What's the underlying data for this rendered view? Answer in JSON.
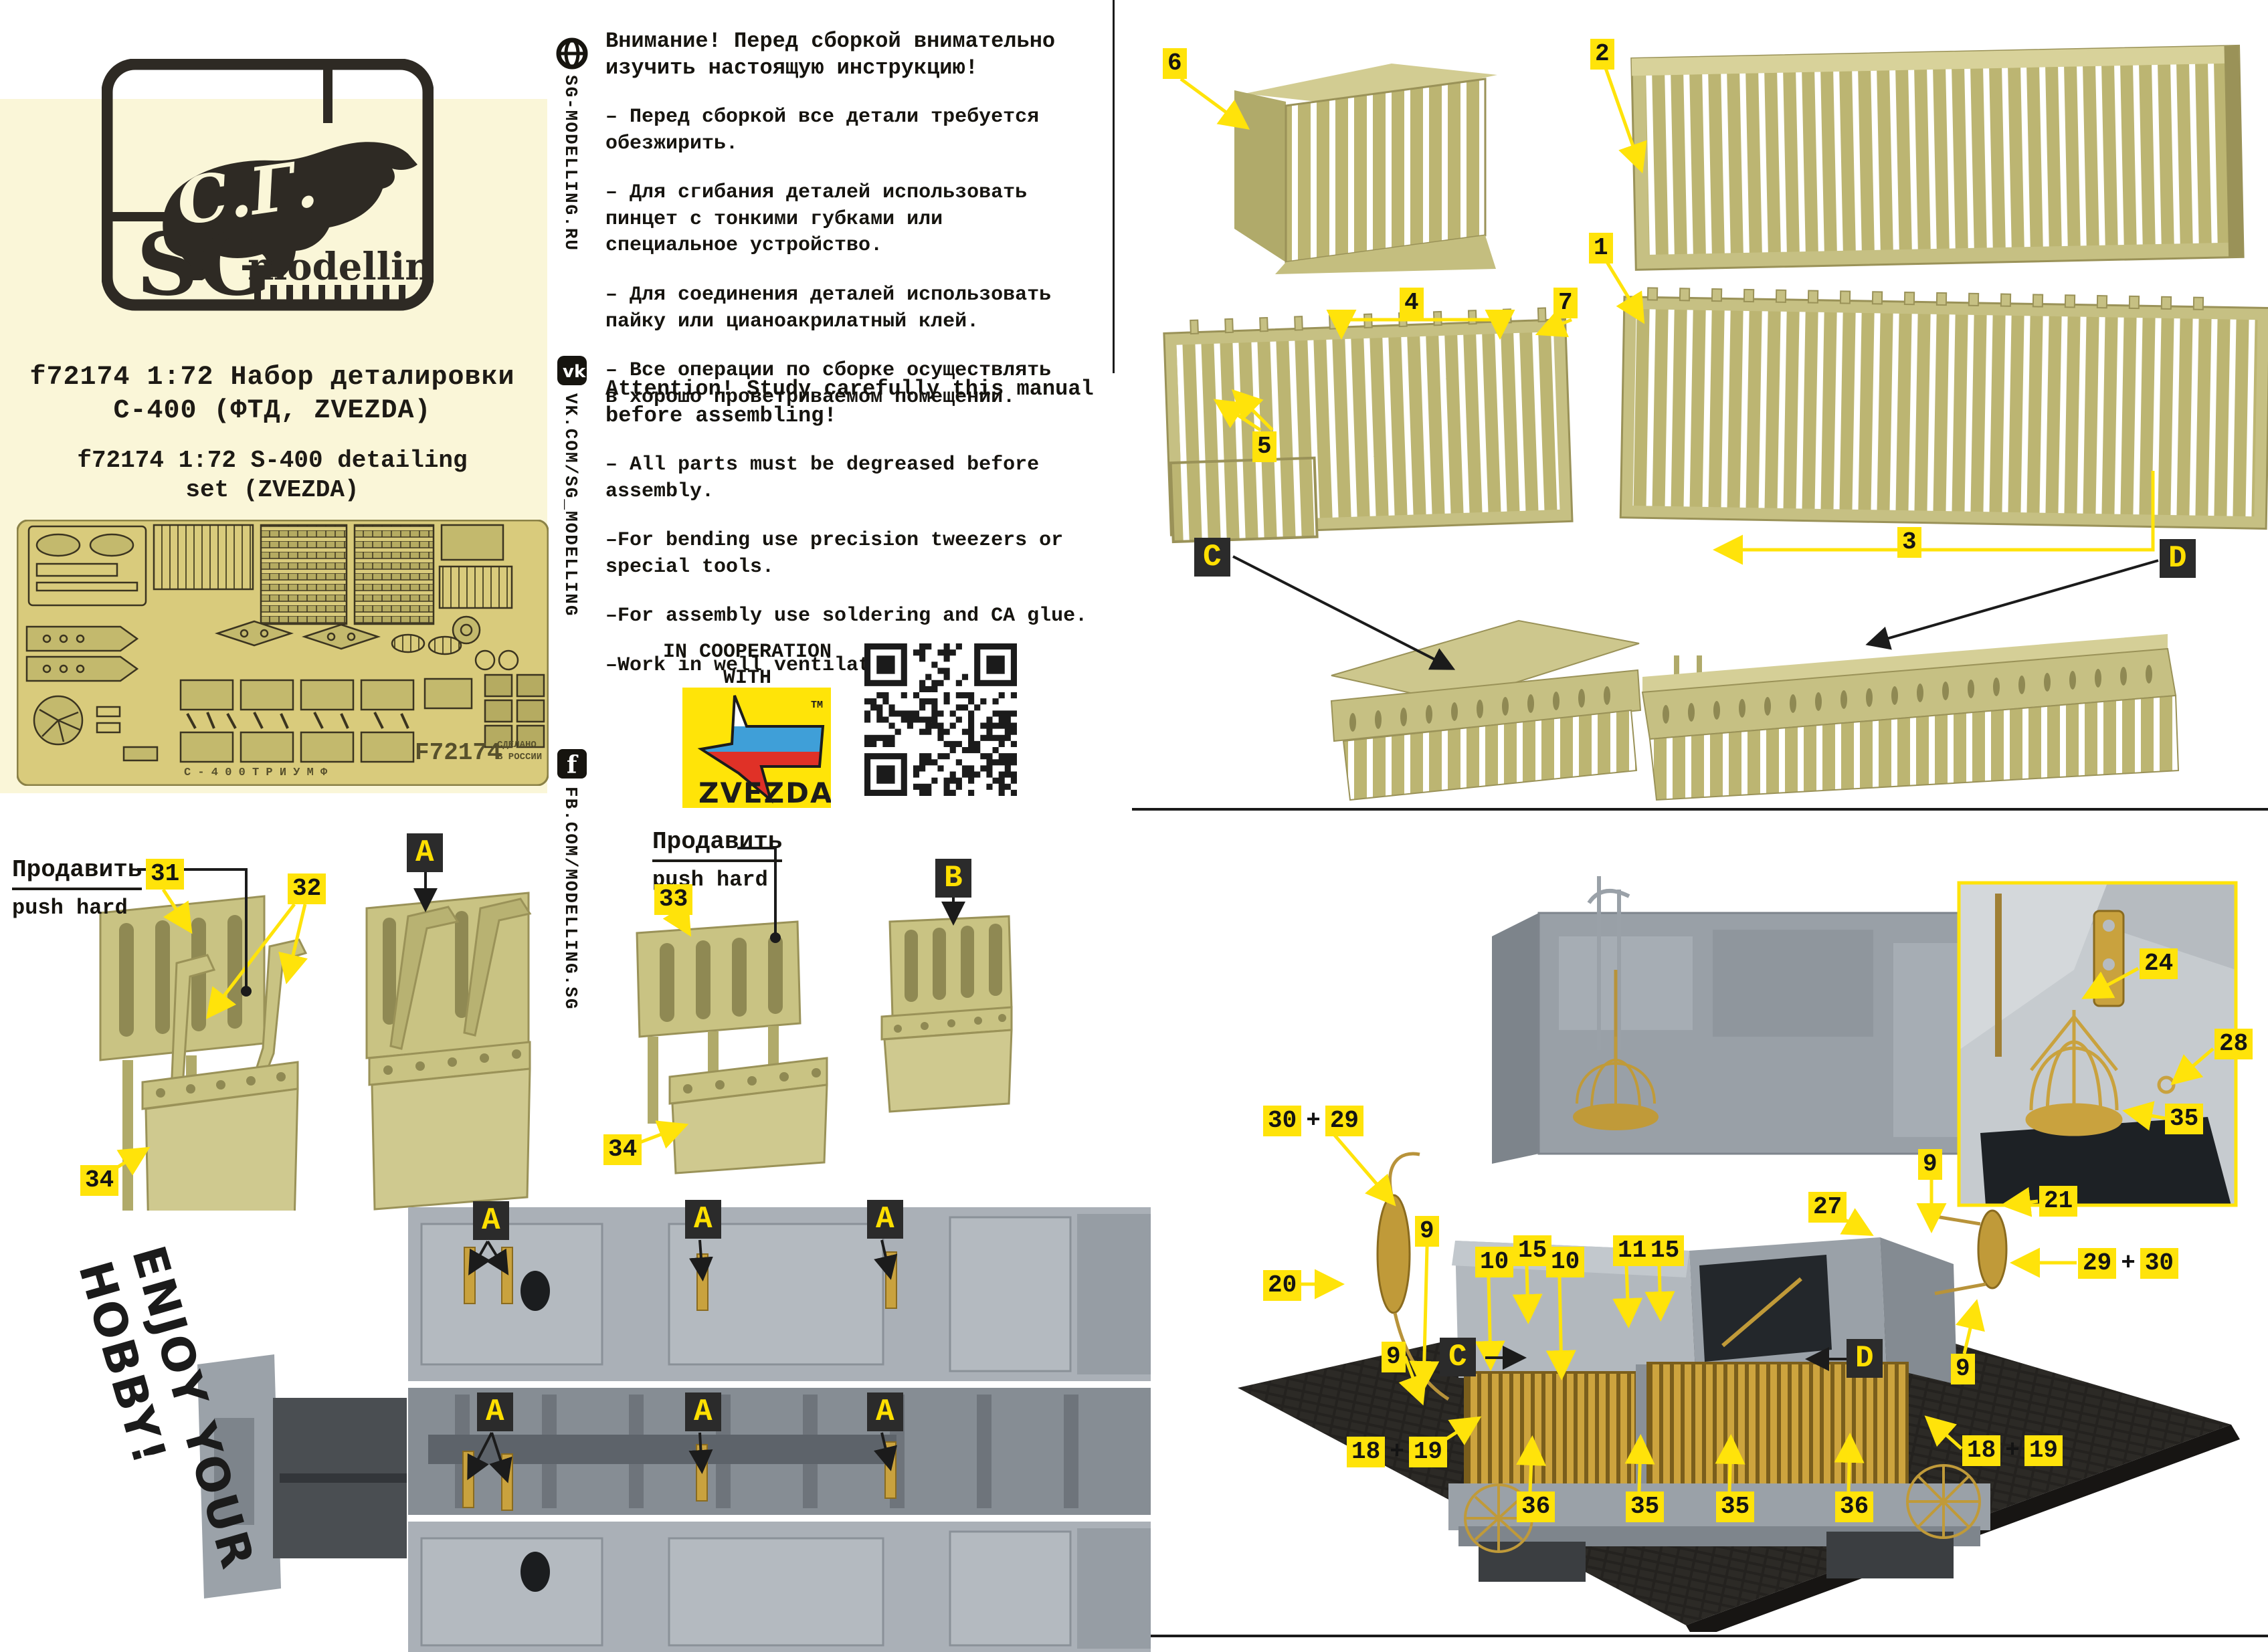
{
  "left_panel": {
    "title_ru": [
      "f72174 1:72 Набор деталировки",
      "С-400 (ФТД, ZVEZDA)"
    ],
    "title_en": [
      "f72174 1:72 S-400 detailing",
      "set (ZVEZDA)"
    ]
  },
  "logo": {
    "initials": "С.Г.",
    "sg": "SG",
    "modelling": "modelling"
  },
  "fret": {
    "code": "F72174",
    "made": [
      "СДЕЛАНО",
      "В РОССИИ"
    ],
    "strip": "С - 4 0 0   Т Р И У М Ф"
  },
  "sidebar": {
    "site": "SG-MODELLING.RU",
    "vk": "VK.COM/SG_MODELLING",
    "fb": "FB.COM/MODELLING.SG",
    "vk_glyph": "vk",
    "fb_glyph": "f"
  },
  "instructions_ru": {
    "heading": [
      "Внимание! Перед сборкой внимательно",
      "изучить настоящую инструкцию!"
    ],
    "items": [
      [
        "– Перед сборкой все детали требуется",
        "обезжирить."
      ],
      [
        "– Для сгибания деталей использовать",
        "пинцет с тонкими губками или",
        "специальное устройство."
      ],
      [
        "– Для соединения деталей использовать",
        "пайку или цианоакрилатный клей."
      ],
      [
        "– Все операции по сборке осуществлять",
        "в хорошо проветриваемом помещении."
      ]
    ]
  },
  "instructions_en": {
    "heading": [
      "Attention! Study carefully this manual",
      "before assembling!"
    ],
    "items": [
      [
        "– All parts must be degreased before",
        "assembly."
      ],
      [
        "–For bending use precision tweezers or",
        "special tools."
      ],
      [
        "–For assembly use soldering and CA glue."
      ],
      [
        "–Work in well ventilated area"
      ]
    ]
  },
  "cooperation": {
    "line1": "IN COOPERATION",
    "line2": "WITH",
    "brand": "ZVEZDA",
    "tm": "TM"
  },
  "diagram": {
    "n1": "1",
    "n2": "2",
    "n3": "3",
    "n4": "4",
    "n5": "5",
    "n6": "6",
    "n7": "7",
    "c": "C",
    "d": "D"
  },
  "flaps": {
    "push_ru": "Продавить",
    "push_en": "push hard",
    "n31": "31",
    "n32": "32",
    "n33": "33",
    "n34": "34",
    "a": "A",
    "b": "B"
  },
  "chassis": {
    "a": "A"
  },
  "photo": {
    "n9": "9",
    "n10": "10",
    "n11": "11",
    "n15": "15",
    "n18": "18",
    "n19": "19",
    "n20": "20",
    "n21": "21",
    "n24": "24",
    "n27": "27",
    "n28": "28",
    "n29": "29",
    "n30": "30",
    "n35": "35",
    "n36": "36",
    "c": "C",
    "d": "D",
    "plus": "+"
  },
  "footer": {
    "enjoy": [
      "ENJOY YOUR",
      "HOBBY!"
    ]
  }
}
